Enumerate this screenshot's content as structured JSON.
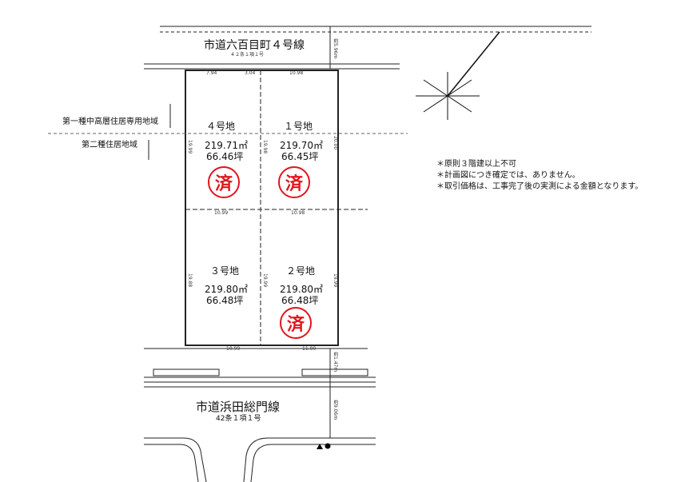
{
  "roads": {
    "north": {
      "name": "市道六百目町４号線",
      "clause": "４２条１項１号",
      "width": "約5.96m"
    },
    "south": {
      "name": "市道浜田総門線",
      "clause": "42条１項１号",
      "width": "約9.06m",
      "setback": "約1.47m"
    }
  },
  "zones": {
    "upper": "第一種中高層住居専用地域",
    "lower": "第二種住居地域"
  },
  "plots": [
    {
      "name": "４号地",
      "area_m2": "219.71㎡",
      "area_tsubo": "66.46坪",
      "sold": true
    },
    {
      "name": "１号地",
      "area_m2": "219.70㎡",
      "area_tsubo": "66.45坪",
      "sold": true
    },
    {
      "name": "３号地",
      "area_m2": "219.80㎡",
      "area_tsubo": "66.48坪",
      "sold": false
    },
    {
      "name": "２号地",
      "area_m2": "219.80㎡",
      "area_tsubo": "66.48坪",
      "sold": true
    }
  ],
  "stamp": "済",
  "dimensions": {
    "top_left": "7.94",
    "top_mid": "3.04",
    "top_right": "10.98",
    "mid_left": "10.99",
    "mid_right": "10.98",
    "bottom_left": "10.99",
    "bottom_right": "11.00",
    "side_l_up": "19.99",
    "side_m_up": "19.98",
    "side_r_up": "20.00",
    "side_l_low": "19.88",
    "side_m_low": "19.99",
    "side_r_low": "19.99"
  },
  "notes": [
    "＊原則３階建以上不可",
    "＊計画図につき確定では、ありません。",
    "＊取引価格は、工事完了後の実測による金額となります。"
  ],
  "colors": {
    "stamp": "#e0141e"
  }
}
